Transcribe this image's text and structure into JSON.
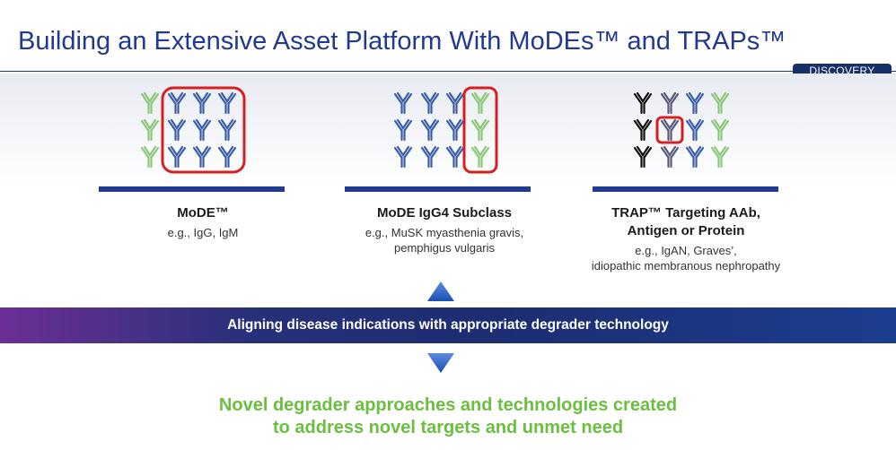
{
  "header": {
    "title": "Building an Extensive Asset Platform With MoDEs™ and TRAPs™",
    "badge": "DISCOVERY"
  },
  "panels": [
    {
      "heading": "MoDE™",
      "example": "e.g., IgG, IgM"
    },
    {
      "heading": "MoDE IgG4 Subclass",
      "example": "e.g., MuSK myasthenia gravis,\npemphigus vulgaris"
    },
    {
      "heading": "TRAP™ Targeting AAb,\nAntigen or Protein",
      "example": "e.g., IgAN, Graves’,\nidiopathic membranous nephropathy"
    }
  ],
  "banner": {
    "text": "Aligning disease indications with appropriate degrader technology"
  },
  "bottom": {
    "text": "Novel degrader approaches and technologies created\nto address novel targets and unmet need"
  },
  "icons": {
    "up": "triangle-up-icon",
    "down": "triangle-down-icon",
    "antibody": "antibody-icon"
  },
  "colors": {
    "title": "#1f3a8f",
    "badge": "#172f6b",
    "antibody_blue": "#3a5fa8",
    "antibody_green": "#8cc878",
    "antibody_black": "#111111",
    "antibody_gray": "#5a5a7a",
    "highlight": "#d62020",
    "bottom_text": "#6abf3f"
  }
}
